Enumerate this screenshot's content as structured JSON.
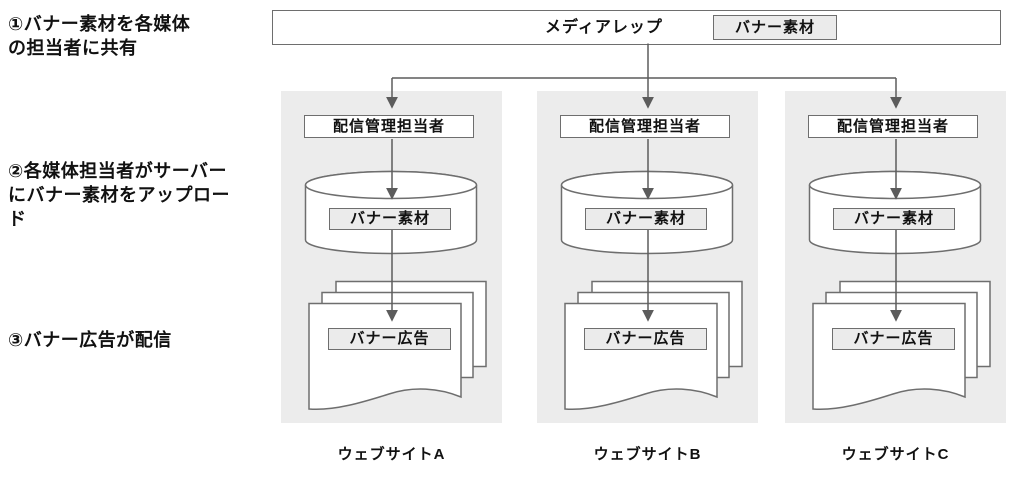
{
  "colors": {
    "line": "#5c5c5c",
    "border": "#6e6e6e",
    "panel_bg": "#ececec",
    "chip_bg": "#ebebeb",
    "text": "#111111"
  },
  "steps": [
    {
      "label": "①バナー素材を各媒体\nの担当者に共有"
    },
    {
      "label": "②各媒体担当者がサーバー\nにバナー素材をアップロー\nド"
    },
    {
      "label": "③バナー広告が配信"
    }
  ],
  "media_rep": {
    "title": "メディアレップ",
    "chip": "バナー素材"
  },
  "columns": [
    {
      "manager": "配信管理担当者",
      "server_chip": "バナー素材",
      "ad_chip": "バナー広告",
      "site": "ウェブサイトA"
    },
    {
      "manager": "配信管理担当者",
      "server_chip": "バナー素材",
      "ad_chip": "バナー広告",
      "site": "ウェブサイトB"
    },
    {
      "manager": "配信管理担当者",
      "server_chip": "バナー素材",
      "ad_chip": "バナー広告",
      "site": "ウェブサイトC"
    }
  ]
}
